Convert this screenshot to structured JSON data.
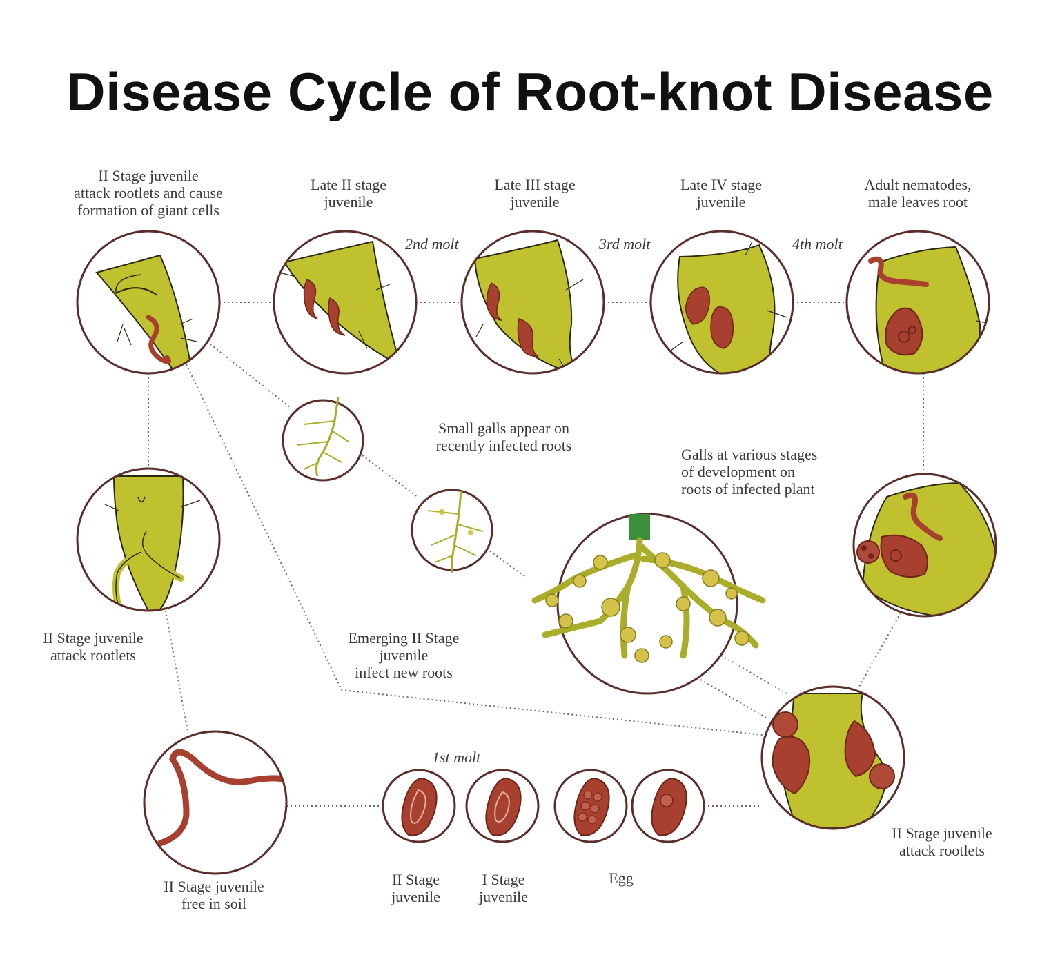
{
  "title": "Disease Cycle of Root-knot Disease",
  "colors": {
    "root": "#bfc12f",
    "root_edge": "#2a2a10",
    "gall": "#a8402f",
    "gall_dark": "#6e2418",
    "circle": "#5a2e2a",
    "connector": "#6b6b6b",
    "stem": "#3a8f3a"
  },
  "stages": {
    "s1": "II Stage juvenile\nattack rootlets and cause\nformation of giant cells",
    "s2": "Late II stage\njuvenile",
    "s3": "Late III stage\njuvenile",
    "s4": "Late IV stage\njuvenile",
    "s5": "Adult nematodes,\nmale leaves root",
    "left_mid": "II Stage juvenile\nattack rootlets",
    "small_galls": "Small galls appear on\nrecently infected roots",
    "galls_various": "Galls at various stages\nof development on\nroots of infected plant",
    "emerging": "Emerging II Stage\njuvenile\ninfect new roots",
    "right_bottom": "II Stage juvenile\nattack rootlets",
    "free_soil": "II Stage juvenile\nfree in soil",
    "ii_stage": "II Stage\njuvenile",
    "i_stage": "I Stage\njuvenile",
    "egg": "Egg"
  },
  "molts": {
    "m1": "1st molt",
    "m2": "2nd molt",
    "m3": "3rd molt",
    "m4": "4th molt"
  }
}
